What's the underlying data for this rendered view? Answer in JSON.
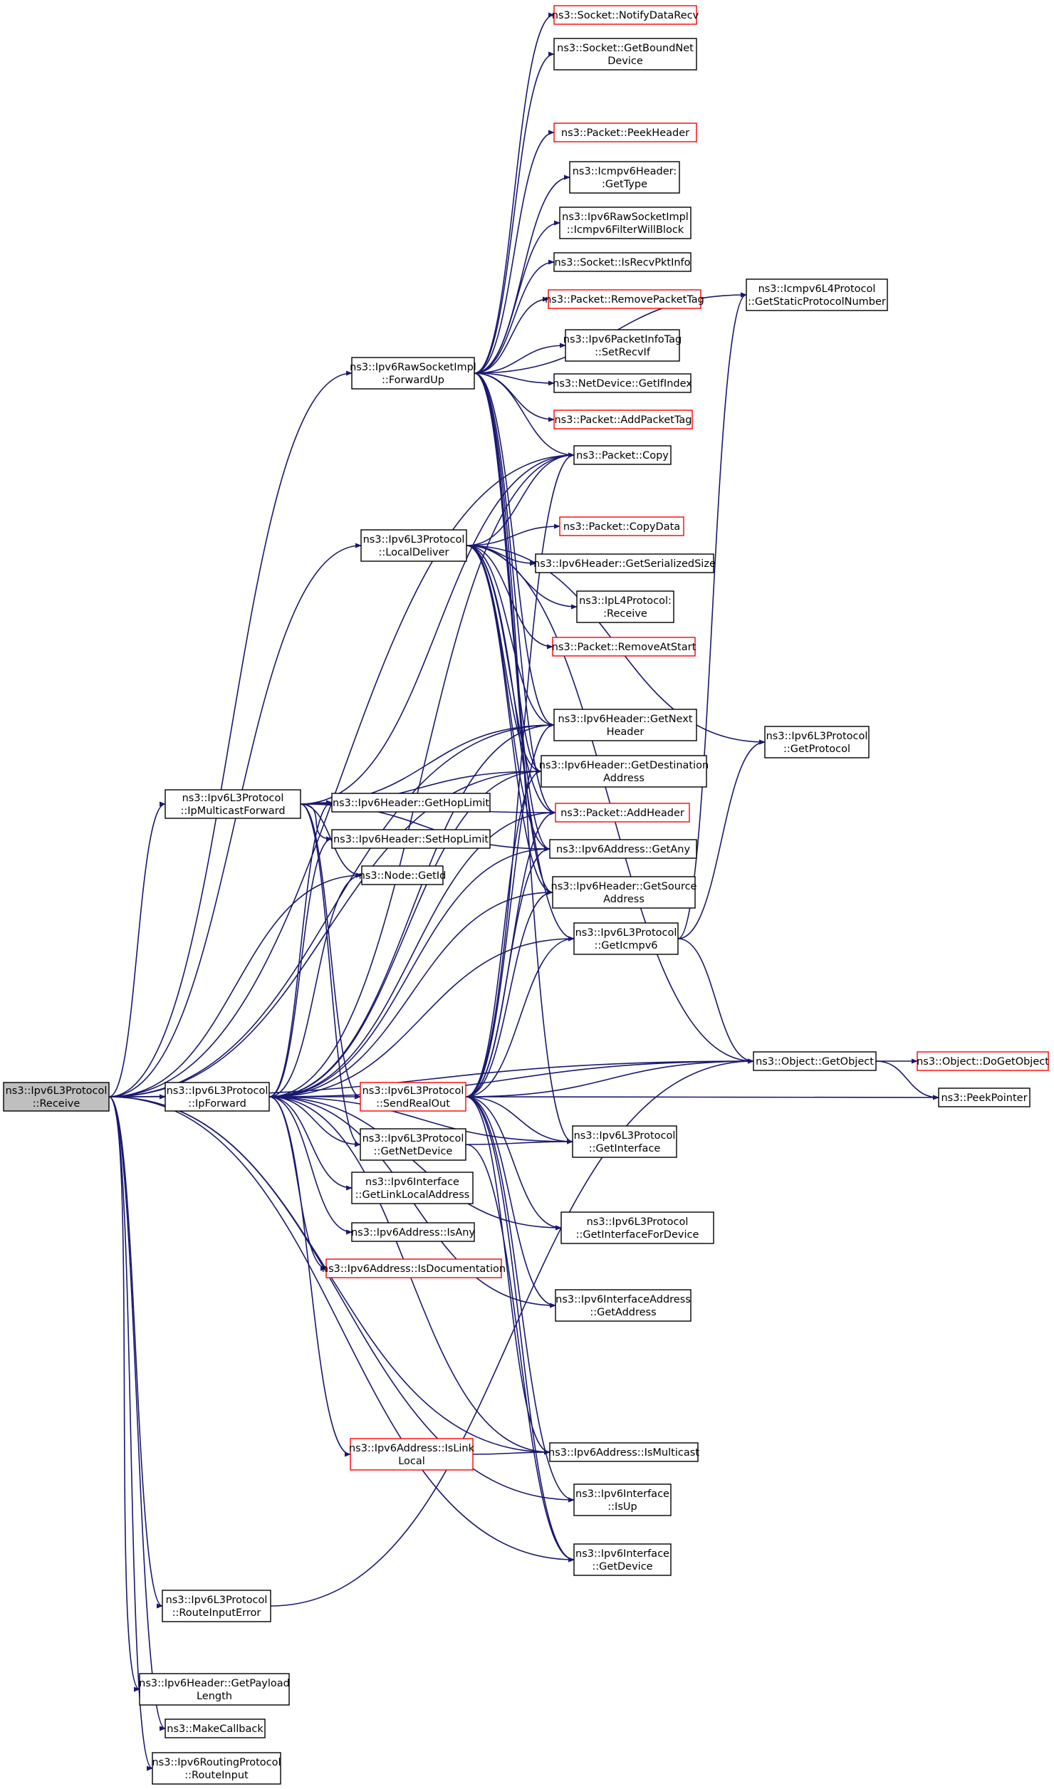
{
  "graph": {
    "edge_color": "#191970",
    "node_border": "#000000",
    "node_border_link": "#ff0000",
    "root_fill": "#bfbfbf",
    "nodes": [
      {
        "id": "receive",
        "lines": [
          "ns3::Ipv6L3Protocol",
          "::Receive"
        ],
        "root": true
      },
      {
        "id": "notify",
        "lines": [
          "ns3::Socket::NotifyDataRecv"
        ],
        "red": true
      },
      {
        "id": "getboundnet",
        "lines": [
          "ns3::Socket::GetBoundNet",
          "Device"
        ]
      },
      {
        "id": "peekheader",
        "lines": [
          "ns3::Packet::PeekHeader"
        ],
        "red": true
      },
      {
        "id": "icmpgettype",
        "lines": [
          "ns3::Icmpv6Header:",
          ":GetType"
        ]
      },
      {
        "id": "icmpfilter",
        "lines": [
          "ns3::Ipv6RawSocketImpl",
          "::Icmpv6FilterWillBlock"
        ]
      },
      {
        "id": "isrecvpkt",
        "lines": [
          "ns3::Socket::IsRecvPktInfo"
        ]
      },
      {
        "id": "removepackettag",
        "lines": [
          "ns3::Packet::RemovePacketTag"
        ],
        "red": true
      },
      {
        "id": "icmpstatic",
        "lines": [
          "ns3::Icmpv6L4Protocol",
          "::GetStaticProtocolNumber"
        ]
      },
      {
        "id": "forwardup",
        "lines": [
          "ns3::Ipv6RawSocketImpl",
          "::ForwardUp"
        ]
      },
      {
        "id": "setrecvif",
        "lines": [
          "ns3::Ipv6PacketInfoTag",
          "::SetRecvIf"
        ]
      },
      {
        "id": "getifindex",
        "lines": [
          "ns3::NetDevice::GetIfIndex"
        ]
      },
      {
        "id": "addpackettag",
        "lines": [
          "ns3::Packet::AddPacketTag"
        ],
        "red": true
      },
      {
        "id": "copy",
        "lines": [
          "ns3::Packet::Copy"
        ]
      },
      {
        "id": "localdeliver",
        "lines": [
          "ns3::Ipv6L3Protocol",
          "::LocalDeliver"
        ]
      },
      {
        "id": "copydata",
        "lines": [
          "ns3::Packet::CopyData"
        ],
        "red": true
      },
      {
        "id": "getserialized",
        "lines": [
          "ns3::Ipv6Header::GetSerializedSize"
        ]
      },
      {
        "id": "ipl4receive",
        "lines": [
          "ns3::IpL4Protocol:",
          ":Receive"
        ]
      },
      {
        "id": "removeatstart",
        "lines": [
          "ns3::Packet::RemoveAtStart"
        ],
        "red": true
      },
      {
        "id": "getnextheader",
        "lines": [
          "ns3::Ipv6Header::GetNext",
          "Header"
        ]
      },
      {
        "id": "getprotocol",
        "lines": [
          "ns3::Ipv6L3Protocol",
          "::GetProtocol"
        ]
      },
      {
        "id": "getdestaddr",
        "lines": [
          "ns3::Ipv6Header::GetDestination",
          "Address"
        ]
      },
      {
        "id": "ipmulticastfwd",
        "lines": [
          "ns3::Ipv6L3Protocol",
          "::IpMulticastForward"
        ]
      },
      {
        "id": "gethoplimit",
        "lines": [
          "ns3::Ipv6Header::GetHopLimit"
        ]
      },
      {
        "id": "addheader",
        "lines": [
          "ns3::Packet::AddHeader"
        ],
        "red": true
      },
      {
        "id": "sethoplimit",
        "lines": [
          "ns3::Ipv6Header::SetHopLimit"
        ]
      },
      {
        "id": "getany",
        "lines": [
          "ns3::Ipv6Address::GetAny"
        ]
      },
      {
        "id": "nodegetid",
        "lines": [
          "ns3::Node::GetId"
        ]
      },
      {
        "id": "getsourceaddr",
        "lines": [
          "ns3::Ipv6Header::GetSource",
          "Address"
        ]
      },
      {
        "id": "geticmpv6",
        "lines": [
          "ns3::Ipv6L3Protocol",
          "::GetIcmpv6"
        ]
      },
      {
        "id": "getobject",
        "lines": [
          "ns3::Object::GetObject"
        ]
      },
      {
        "id": "dogetobject",
        "lines": [
          "ns3::Object::DoGetObject"
        ],
        "red": true
      },
      {
        "id": "ipforward",
        "lines": [
          "ns3::Ipv6L3Protocol",
          "::IpForward"
        ]
      },
      {
        "id": "sendrealout",
        "lines": [
          "ns3::Ipv6L3Protocol",
          "::SendRealOut"
        ],
        "red": true
      },
      {
        "id": "peekpointer",
        "lines": [
          "ns3::PeekPointer"
        ]
      },
      {
        "id": "getnetdevice",
        "lines": [
          "ns3::Ipv6L3Protocol",
          "::GetNetDevice"
        ]
      },
      {
        "id": "getinterface",
        "lines": [
          "ns3::Ipv6L3Protocol",
          "::GetInterface"
        ]
      },
      {
        "id": "getlinklocal",
        "lines": [
          "ns3::Ipv6Interface",
          "::GetLinkLocalAddress"
        ]
      },
      {
        "id": "getifacefordev",
        "lines": [
          "ns3::Ipv6L3Protocol",
          "::GetInterfaceForDevice"
        ]
      },
      {
        "id": "isany",
        "lines": [
          "ns3::Ipv6Address::IsAny"
        ]
      },
      {
        "id": "isdoc",
        "lines": [
          "ns3::Ipv6Address::IsDocumentation"
        ],
        "red": true
      },
      {
        "id": "ifaceaddrget",
        "lines": [
          "ns3::Ipv6InterfaceAddress",
          "::GetAddress"
        ]
      },
      {
        "id": "islinklocal",
        "lines": [
          "ns3::Ipv6Address::IsLink",
          "Local"
        ],
        "red": true
      },
      {
        "id": "ismulticast",
        "lines": [
          "ns3::Ipv6Address::IsMulticast"
        ]
      },
      {
        "id": "isup",
        "lines": [
          "ns3::Ipv6Interface",
          "::IsUp"
        ]
      },
      {
        "id": "ifgetdevice",
        "lines": [
          "ns3::Ipv6Interface",
          "::GetDevice"
        ]
      },
      {
        "id": "routeinputerror",
        "lines": [
          "ns3::Ipv6L3Protocol",
          "::RouteInputError"
        ]
      },
      {
        "id": "getpayload",
        "lines": [
          "ns3::Ipv6Header::GetPayload",
          "Length"
        ]
      },
      {
        "id": "makecallback",
        "lines": [
          "ns3::MakeCallback"
        ]
      },
      {
        "id": "routeinput",
        "lines": [
          "ns3::Ipv6RoutingProtocol",
          "::RouteInput"
        ]
      }
    ]
  }
}
